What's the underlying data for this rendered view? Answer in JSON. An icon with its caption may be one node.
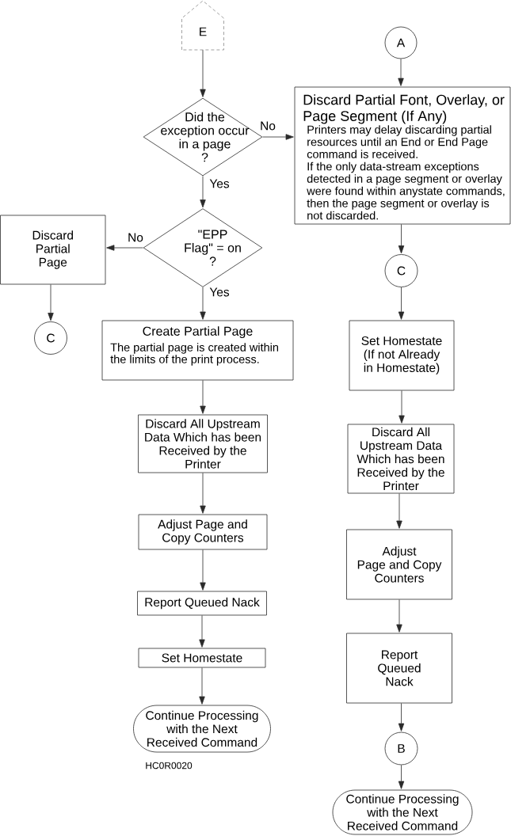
{
  "diagram": {
    "nodes": [
      {
        "text": [
          "E"
        ]
      },
      {
        "text": [
          "Did the exception occur in a page ?"
        ]
      },
      {
        "text": [
          "\"EPP Flag\" = on ?"
        ]
      },
      {
        "text": [
          "Discard Partial Page"
        ]
      },
      {
        "text": [
          "C"
        ]
      },
      {
        "text": [
          "Create Partial Page",
          "The partial page is created within the limits of the print process."
        ]
      },
      {
        "text": [
          "Discard All Upstream Data Which has been Received by the Printer"
        ]
      },
      {
        "text": [
          "Adjust Page and Copy Counters"
        ]
      },
      {
        "text": [
          "Report Queued Nack"
        ]
      },
      {
        "text": [
          "Set Homestate"
        ]
      },
      {
        "text": [
          "Continue Processing with the Next Received Command"
        ]
      },
      {
        "text": [
          "A"
        ]
      },
      {
        "text": [
          "Discard Partial Font, Overlay, or Page Segment (If Any)",
          "Printers may delay discarding partial resources until an End or End Page command is received.",
          "If the only data-stream exceptions detected in a page segment or overlay were found within anystate commands, then the page segment or overlay is not discarded."
        ]
      },
      {
        "text": [
          "C"
        ]
      },
      {
        "text": [
          "Set Homestate (If not Already in Homestate)"
        ]
      },
      {
        "text": [
          "Discard All Upstream Data Which has been Received by the Printer"
        ]
      },
      {
        "text": [
          "Adjust Page and Copy Counters"
        ]
      },
      {
        "text": [
          "Report Queued Nack"
        ]
      },
      {
        "text": [
          "B"
        ]
      },
      {
        "text": [
          "Continue Processing with the Next Received Command"
        ]
      }
    ],
    "edges": [
      {
        "from": 0,
        "to": 1,
        "arrow": "to"
      },
      {
        "from": 1,
        "to": 12,
        "arrow": "to",
        "label": "No"
      },
      {
        "from": 1,
        "to": 2,
        "arrow": "to",
        "label": "Yes"
      },
      {
        "from": 2,
        "to": 3,
        "arrow": "to",
        "label": "No"
      },
      {
        "from": 2,
        "to": 5,
        "arrow": "to",
        "label": "Yes"
      },
      {
        "from": 3,
        "to": 4,
        "arrow": "to"
      },
      {
        "from": 5,
        "to": 6,
        "arrow": "to"
      },
      {
        "from": 6,
        "to": 7,
        "arrow": "to"
      },
      {
        "from": 7,
        "to": 8,
        "arrow": "to"
      },
      {
        "from": 8,
        "to": 9,
        "arrow": "to"
      },
      {
        "from": 9,
        "to": 10,
        "arrow": "to"
      },
      {
        "from": 11,
        "to": 12,
        "arrow": "to"
      },
      {
        "from": 12,
        "to": 13,
        "arrow": "to"
      },
      {
        "from": 13,
        "to": 14,
        "arrow": "to"
      },
      {
        "from": 14,
        "to": 15,
        "arrow": "to"
      },
      {
        "from": 15,
        "to": 16,
        "arrow": "to"
      },
      {
        "from": 16,
        "to": 17,
        "arrow": "to"
      },
      {
        "from": 17,
        "to": 18,
        "arrow": "to"
      },
      {
        "from": 18,
        "to": 19,
        "arrow": "to"
      }
    ],
    "labels": [
      "HC0R0020"
    ]
  }
}
